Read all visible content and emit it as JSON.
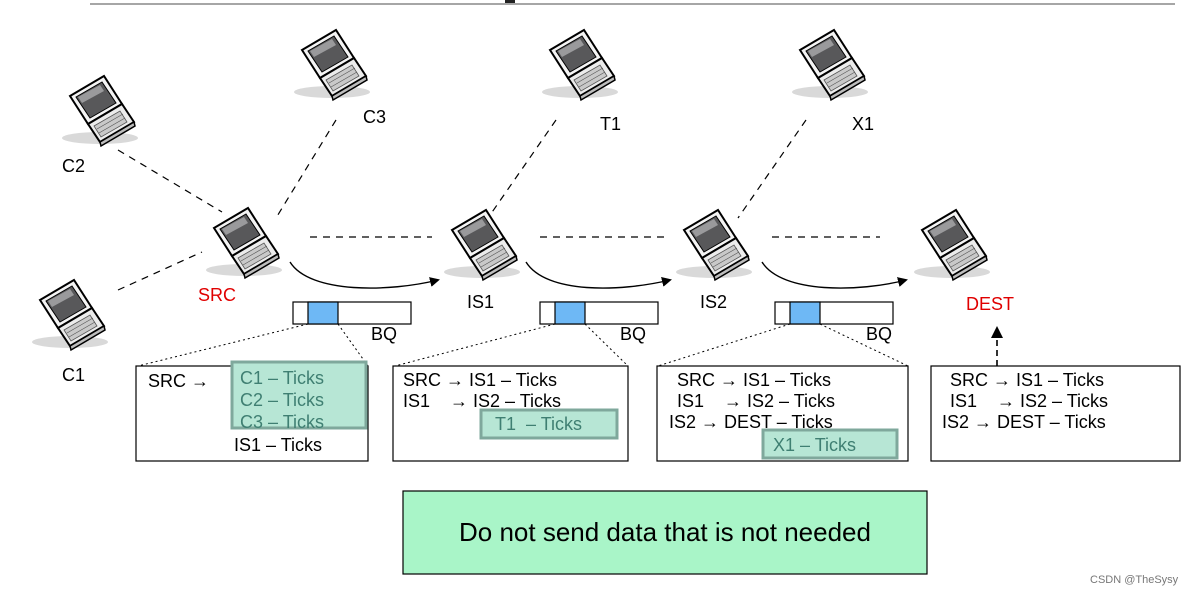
{
  "colors": {
    "accent_red": "#e00000",
    "buffer_fill": "#6eb8f5",
    "highlight_fill": "#b7e6d5",
    "highlight_border": "#7fa89c",
    "highlight_text": "#3f7f72",
    "note_fill": "#a9f5c8"
  },
  "nodes": {
    "c2": "C2",
    "c3": "C3",
    "t1": "T1",
    "x1": "X1",
    "src": "SRC",
    "c1": "C1",
    "is1": "IS1",
    "is2": "IS2",
    "dest": "DEST"
  },
  "buffers": {
    "bq1": "BQ",
    "bq2": "BQ",
    "bq3": "BQ"
  },
  "tables": {
    "src": {
      "prefix": "SRC →",
      "highlighted": [
        "C1 – Ticks",
        "C2 – Ticks",
        "C3 – Ticks"
      ],
      "last": "IS1 – Ticks"
    },
    "is1": {
      "rows": [
        "SRC → IS1 – Ticks",
        "IS1    → IS2 – Ticks"
      ],
      "highlighted": "T1  – Ticks"
    },
    "is2": {
      "rows": [
        "SRC → IS1 – Ticks",
        "IS1    → IS2 – Ticks",
        "IS2 → DEST – Ticks"
      ],
      "highlighted": "X1 – Ticks"
    },
    "dest": {
      "rows": [
        "SRC → IS1 – Ticks",
        "IS1    → IS2 – Ticks",
        "IS2 → DEST – Ticks"
      ]
    }
  },
  "note": "Do not send data that is not needed",
  "watermark": "CSDN @TheSysy"
}
